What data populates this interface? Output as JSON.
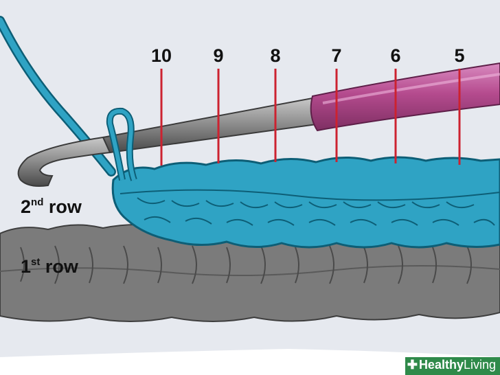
{
  "illustration": {
    "stitch_numbers": [
      "10",
      "9",
      "8",
      "7",
      "6",
      "5"
    ],
    "row_labels": {
      "second": {
        "number": "2",
        "suffix": "nd",
        "word": "row"
      },
      "first": {
        "number": "1",
        "suffix": "st",
        "word": "row"
      }
    },
    "watermark": {
      "icon": "plus-icon",
      "brand_bold": "Healthy",
      "brand_rest": "Living"
    },
    "colors": {
      "background": "#ffffff",
      "backdrop": "#e6e9ef",
      "yarn_blue": "#2fa3c4",
      "yarn_outline": "#0d5e76",
      "first_row_gray": "#7b7b7b",
      "hook_metal": "#8a8a8a",
      "handle_pink": "#b54b8e",
      "marker_red": "#cc2230"
    }
  }
}
